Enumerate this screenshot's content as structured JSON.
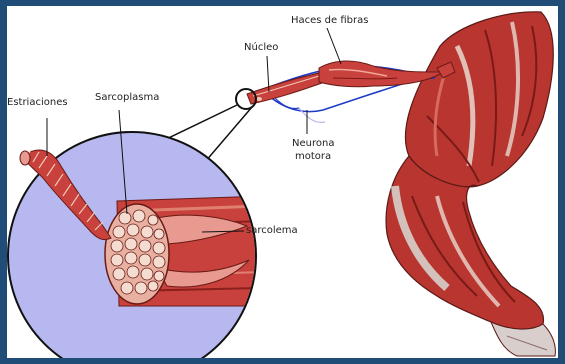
{
  "labels": {
    "haces": "Haces de fibras",
    "nucleo": "Núcleo",
    "estriaciones": "Estriaciones",
    "sarcoplasma": "Sarcoplasma",
    "neurona": "Neurona",
    "motora": "motora",
    "sarcolema": "sarcolema"
  },
  "colors": {
    "frame": "#1f4d78",
    "circle_fill": "#b8b8f0",
    "muscle_red": "#c8413c",
    "muscle_dark": "#8a1f1c",
    "fiber_pale": "#f0c8b8",
    "nerve_blue": "#1e3cc8"
  }
}
